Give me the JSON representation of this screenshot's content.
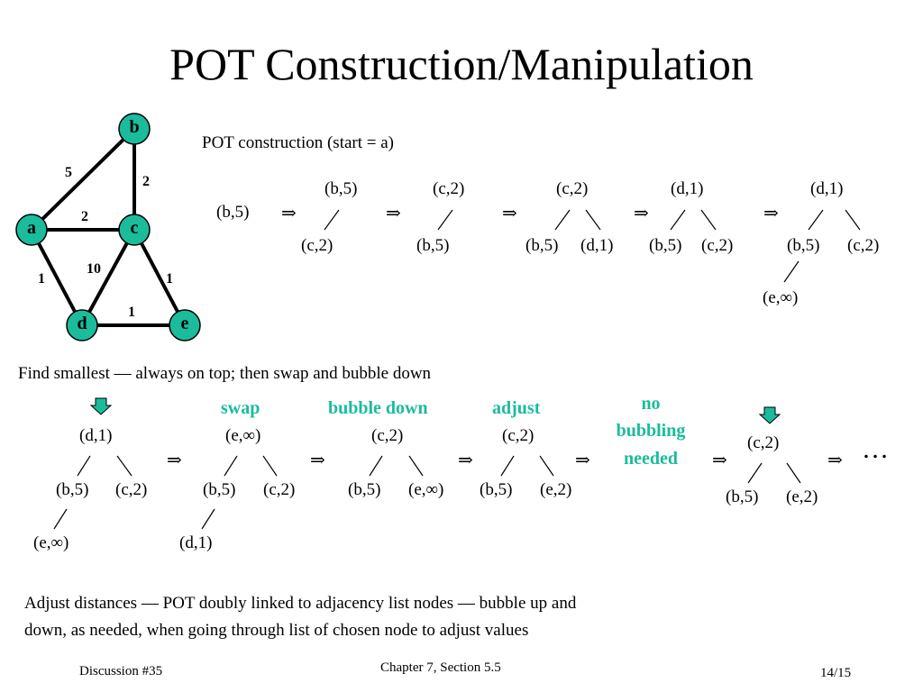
{
  "title": "POT Construction/Manipulation",
  "colors": {
    "node_fill": "#1abc9c",
    "accent_text": "#1abc9c",
    "arrow_fill": "#1abc9c"
  },
  "graph": {
    "nodes": [
      "a",
      "b",
      "c",
      "d",
      "e"
    ],
    "edges": [
      {
        "from": "a",
        "to": "b",
        "weight": "5"
      },
      {
        "from": "b",
        "to": "c",
        "weight": "2"
      },
      {
        "from": "a",
        "to": "c",
        "weight": "2"
      },
      {
        "from": "a",
        "to": "d",
        "weight": "1"
      },
      {
        "from": "c",
        "to": "d",
        "weight": "10"
      },
      {
        "from": "c",
        "to": "e",
        "weight": "1"
      },
      {
        "from": "d",
        "to": "e",
        "weight": "1"
      }
    ]
  },
  "construction": {
    "heading": "POT construction (start = a)",
    "arrow": "⇒",
    "step0": "(b,5)",
    "step1": {
      "root": "(b,5)",
      "left": "(c,2)"
    },
    "step2": {
      "root": "(c,2)",
      "left": "(b,5)"
    },
    "step3": {
      "root": "(c,2)",
      "left": "(b,5)",
      "right": "(d,1)"
    },
    "step4": {
      "root": "(d,1)",
      "left": "(b,5)",
      "right": "(c,2)"
    },
    "step5": {
      "root": "(d,1)",
      "left": "(b,5)",
      "right": "(c,2)",
      "leftleft": "(e,∞)"
    }
  },
  "find_smallest": "Find smallest — always on top; then swap and bubble down",
  "manipulation": {
    "labels": {
      "swap": "swap",
      "bubble_down": "bubble down",
      "adjust": "adjust",
      "no1": "no",
      "no2": "bubbling",
      "no3": "needed"
    },
    "tree1": {
      "root": "(d,1)",
      "left": "(b,5)",
      "right": "(c,2)",
      "leftleft": "(e,∞)"
    },
    "tree2": {
      "root": "(e,∞)",
      "left": "(b,5)",
      "right": "(c,2)",
      "leftleft": "(d,1)"
    },
    "tree3": {
      "root": "(c,2)",
      "left": "(b,5)",
      "right": "(e,∞)"
    },
    "tree4": {
      "root": "(c,2)",
      "left": "(b,5)",
      "right": "(e,2)"
    },
    "tree5": {
      "root": "(c,2)",
      "left": "(b,5)",
      "right": "(e,2)"
    },
    "ellipsis": "…"
  },
  "adjust_text_1": "Adjust distances — POT doubly linked to adjacency list nodes — bubble up and",
  "adjust_text_2": "down, as needed, when going through list of chosen node to adjust values",
  "footer": {
    "left": "Discussion #35",
    "center": "Chapter 7, Section 5.5",
    "right": "14/15"
  }
}
